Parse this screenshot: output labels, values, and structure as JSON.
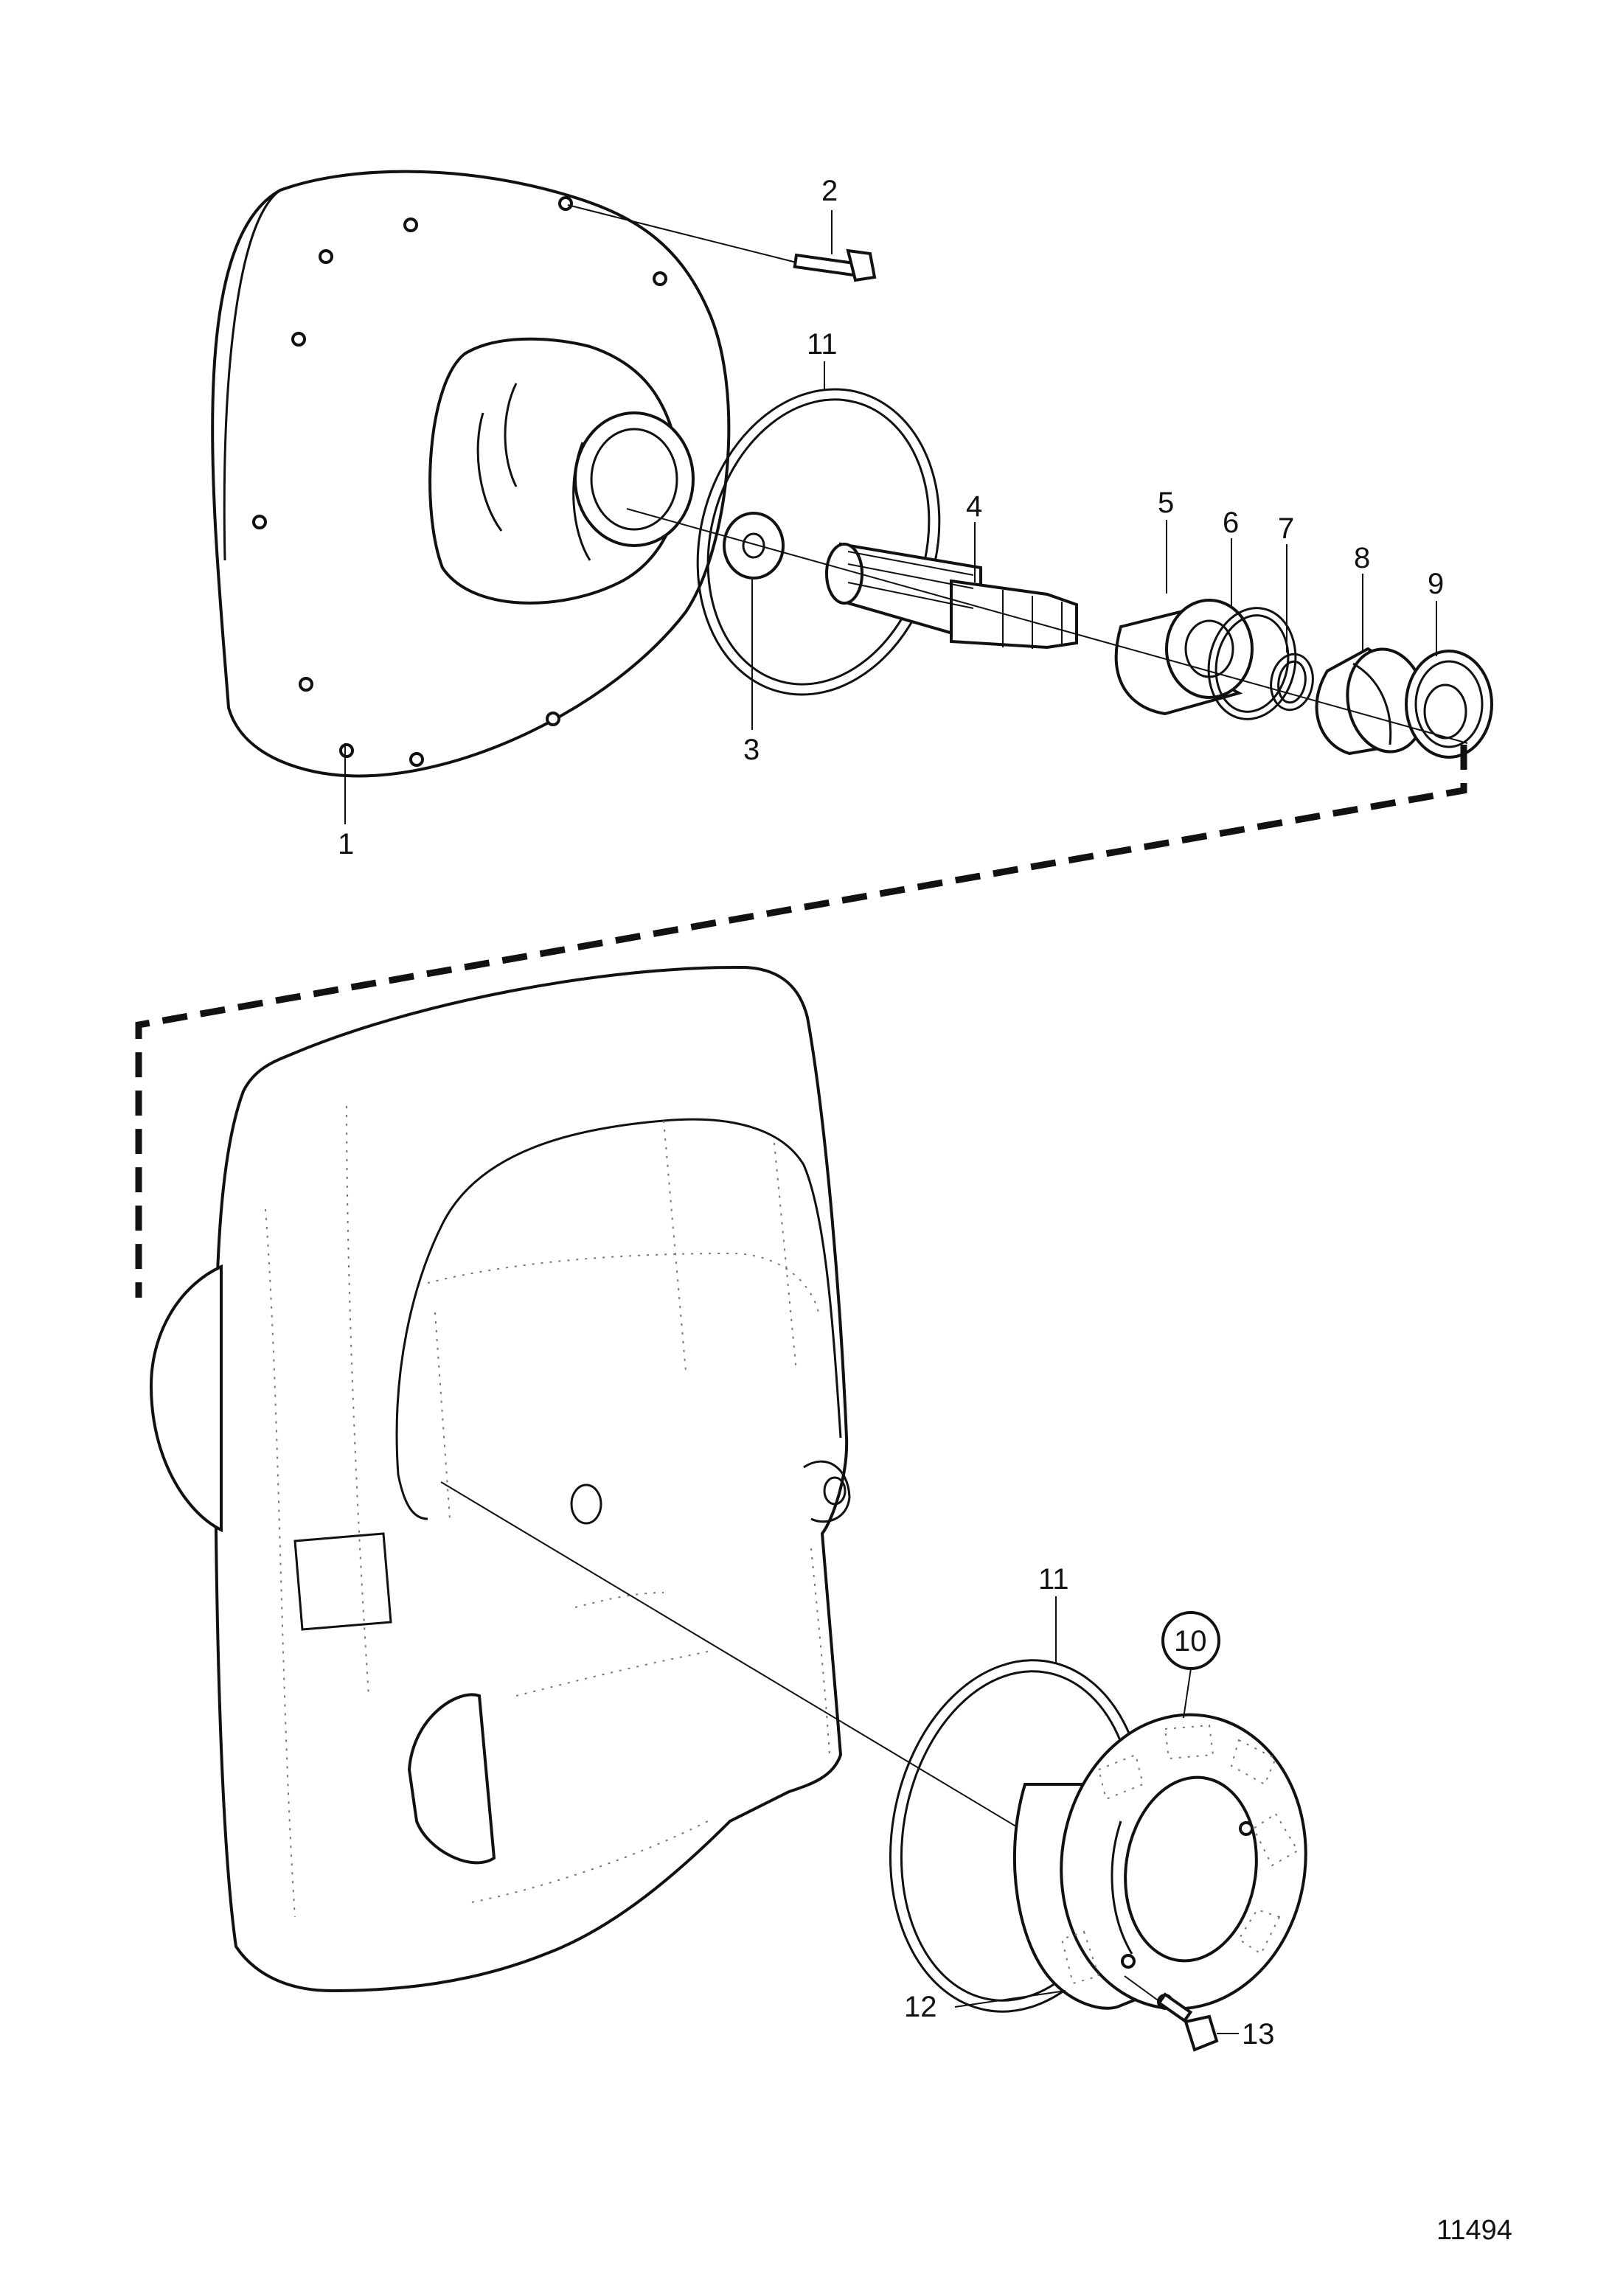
{
  "callouts": [
    {
      "id": "1",
      "text": "1"
    },
    {
      "id": "2",
      "text": "2"
    },
    {
      "id": "3",
      "text": "3"
    },
    {
      "id": "4",
      "text": "4"
    },
    {
      "id": "5",
      "text": "5"
    },
    {
      "id": "6",
      "text": "6"
    },
    {
      "id": "7",
      "text": "7"
    },
    {
      "id": "8",
      "text": "8"
    },
    {
      "id": "9",
      "text": "9"
    },
    {
      "id": "10",
      "text": "10"
    },
    {
      "id": "11a",
      "text": "11"
    },
    {
      "id": "11b",
      "text": "11"
    },
    {
      "id": "12",
      "text": "12"
    },
    {
      "id": "13",
      "text": "13"
    }
  ],
  "figure_ref": "11494"
}
